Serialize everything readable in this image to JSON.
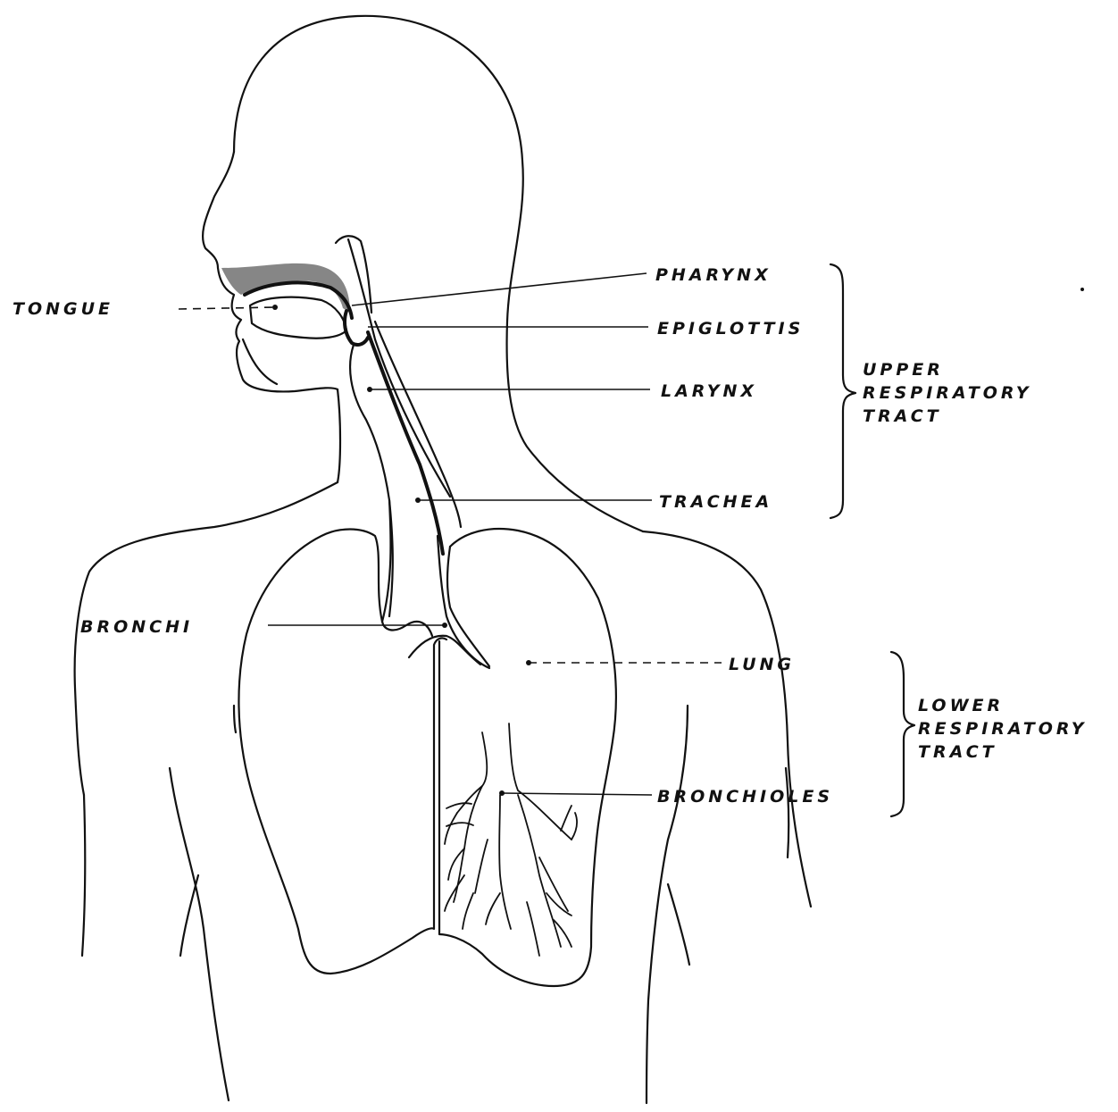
{
  "labels": {
    "tongue": "TONGUE",
    "pharynx": "PHARYNX",
    "epiglottis": "EPIGLOTTIS",
    "larynx": "LARYNX",
    "trachea": "TRACHEA",
    "bronchi": "BRONCHI",
    "lung": "LUNG",
    "bronchioles": "BRONCHIOLES"
  },
  "groups": {
    "upper": [
      "UPPER",
      "RESPIRATORY",
      "TRACT"
    ],
    "lower": [
      "LOWER",
      "RESPIRATORY",
      "TRACT"
    ]
  }
}
